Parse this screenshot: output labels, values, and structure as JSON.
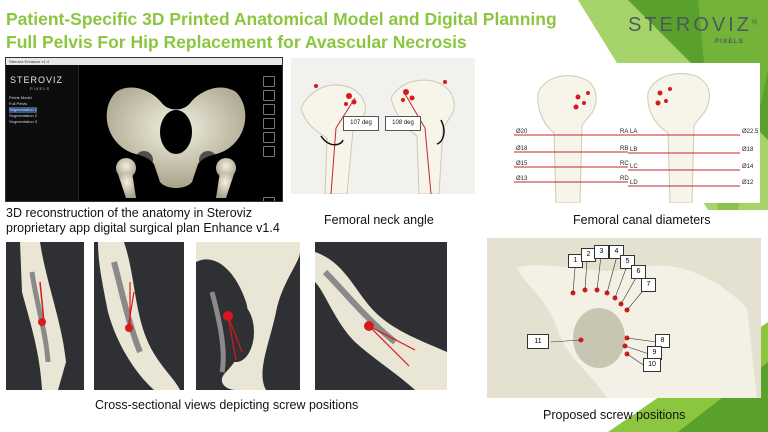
{
  "title": {
    "line1": "Patient-Specific 3D Printed Anatomical Model and Digital Planning",
    "line2": "Full Pelvis For Hip Replacement for Avascular Necrosis"
  },
  "logo": {
    "main": "STEROVIZ",
    "registered": "®",
    "sub": "PIXELS"
  },
  "app": {
    "window_title": "Steroviz Enhance v1.4",
    "logo": "STEROVIZ",
    "logo_sub": "PIXELS",
    "tree_items": [
      "Pelvis Model",
      "Full Pelvis",
      "Segmentation 1",
      "Segmentation 2",
      "Segmentation 3"
    ]
  },
  "captions": {
    "reconstruction_line1": "3D reconstruction of the anatomy in Steroviz",
    "reconstruction_line2": "proprietary app digital surgical plan Enhance v1.4",
    "neck_angle": "Femoral neck angle",
    "canal_diameters": "Femoral canal diameters",
    "cross_sections": "Cross-sectional views depicting screw positions",
    "screw_positions": "Proposed screw positions"
  },
  "neck_angles": [
    "107 deg",
    "108 deg"
  ],
  "canal_diameters": {
    "left": [
      {
        "value": "Ø20",
        "label": "RA"
      },
      {
        "value": "Ø18",
        "label": "RB"
      },
      {
        "value": "Ø15",
        "label": "RC"
      },
      {
        "value": "Ø13",
        "label": "RD"
      }
    ],
    "right": [
      {
        "label": "LA",
        "value": "Ø22.5"
      },
      {
        "label": "LB",
        "value": "Ø18"
      },
      {
        "label": "LC",
        "value": "Ø14"
      },
      {
        "label": "LD",
        "value": "Ø12"
      }
    ]
  },
  "screw_labels": [
    "1",
    "2",
    "3",
    "4",
    "5",
    "6",
    "7",
    "8",
    "9",
    "10",
    "11"
  ],
  "colors": {
    "title": "#8cc63f",
    "ribbon_dark": "#5aa02c",
    "ribbon_light": "#a6d46a",
    "accent_red": "#d7191c"
  }
}
